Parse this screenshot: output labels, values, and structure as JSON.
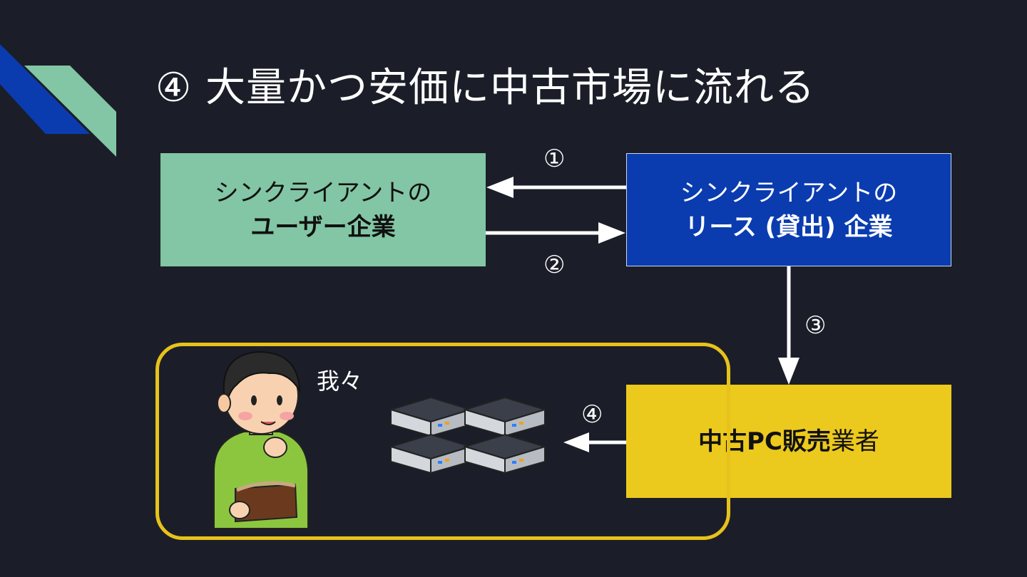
{
  "title": "④ 大量かつ安価に中古市場に流れる",
  "boxes": {
    "user": {
      "line1": "シンクライアントの",
      "line2": "ユーザー企業",
      "color": "#82c6a5"
    },
    "lease": {
      "line1": "シンクライアントの",
      "line2": "リース (貸出) 企業",
      "color": "#0a3cb0"
    },
    "dealer": {
      "bold_part": "中古PC販売",
      "regular_part": "業者",
      "color": "#ecc91d"
    }
  },
  "steps": [
    "①",
    "②",
    "③",
    "④"
  ],
  "us": {
    "label": "我々",
    "frame_color": "#e7c21b"
  },
  "accent": {
    "blue": "#0a3cb0",
    "green": "#82c6a5",
    "yellow": "#ecc91d",
    "background": "#1b1e28"
  },
  "icons": [
    "person-with-wallet-illustration",
    "mini-pc-stack-illustration",
    "corner-stripe-decoration"
  ]
}
